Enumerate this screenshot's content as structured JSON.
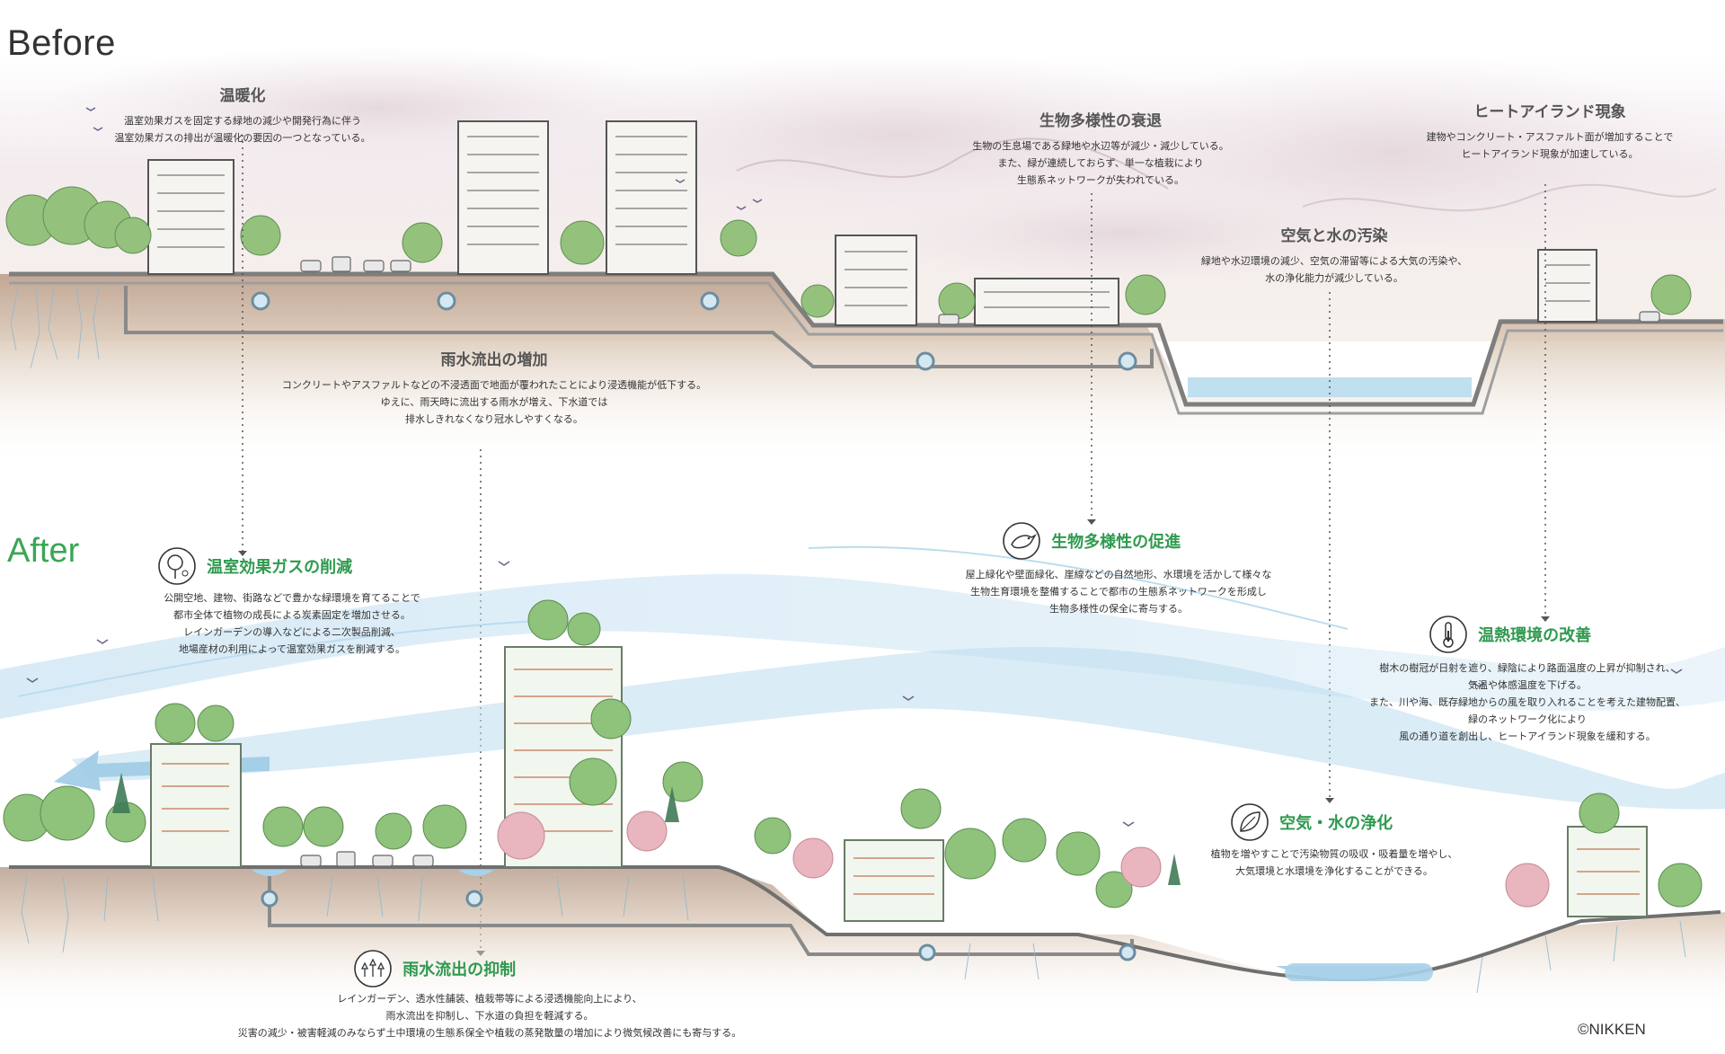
{
  "before_label": "Before",
  "after_label": "After",
  "copyright": "©NIKKEN",
  "colors": {
    "accent_green": "#2f9a4f",
    "water_blue": "#a9d2ea",
    "soil": "#b99a80",
    "tree_green": "#8fc27a",
    "sakura_pink": "#e9b5bf"
  },
  "before": {
    "warming": {
      "title": "温暖化",
      "lines": [
        "温室効果ガスを固定する緑地の減少や開発行為に伴う",
        "温室効果ガスの排出が温暖化の要因の一つとなっている。"
      ]
    },
    "biodiversity": {
      "title": "生物多様性の衰退",
      "lines": [
        "生物の生息場である緑地や水辺等が減少・減少している。",
        "また、緑が連続しておらず、単一な植栽により",
        "生態系ネットワークが失われている。"
      ]
    },
    "heat_island": {
      "title": "ヒートアイランド現象",
      "lines": [
        "建物やコンクリート・アスファルト面が増加することで",
        "ヒートアイランド現象が加速している。"
      ]
    },
    "pollution": {
      "title": "空気と水の汚染",
      "lines": [
        "緑地や水辺環境の減少、空気の滞留等による大気の汚染や、",
        "水の浄化能力が減少している。"
      ]
    },
    "runoff": {
      "title": "雨水流出の増加",
      "lines": [
        "コンクリートやアスファルトなどの不浸透面で地面が覆われたことにより浸透機能が低下する。",
        "ゆえに、雨天時に流出する雨水が増え、下水道では",
        "排水しきれなくなり冠水しやすくなる。"
      ]
    }
  },
  "after": {
    "ghg": {
      "icon": "co2-tree-icon",
      "title": "温室効果ガスの削減",
      "lines": [
        "公開空地、建物、街路などで豊かな緑環境を育てることで",
        "都市全体で植物の成長による炭素固定を増加させる。",
        "レインガーデンの導入などによる二次製品削減、",
        "地場産材の利用によって温室効果ガスを削減する。"
      ]
    },
    "biodiversity": {
      "icon": "bird-icon",
      "title": "生物多様性の促進",
      "lines": [
        "屋上緑化や壁面緑化、崖線などの自然地形、水環境を活かして様々な",
        "生物生育環境を整備することで都市の生態系ネットワークを形成し",
        "生物多様性の保全に寄与する。"
      ]
    },
    "thermal": {
      "icon": "thermometer-icon",
      "title": "温熱環境の改善",
      "lines": [
        "樹木の樹冠が日射を遮り、緑陰により路面温度の上昇が抑制され、",
        "気温や体感温度を下げる。",
        "また、川や海、既存緑地からの風を取り入れることを考えた建物配置、",
        "緑のネットワーク化により",
        "風の通り道を創出し、ヒートアイランド現象を緩和する。"
      ]
    },
    "purification": {
      "icon": "leaf-icon",
      "title": "空気・水の浄化",
      "lines": [
        "植物を増やすことで汚染物質の吸収・吸着量を増やし、",
        "大気環境と水環境を浄化することができる。"
      ]
    },
    "runoff": {
      "icon": "rain-trees-icon",
      "title": "雨水流出の抑制",
      "lines": [
        "レインガーデン、透水性舗装、植栽帯等による浸透機能向上により、",
        "雨水流出を抑制し、下水道の負担を軽減する。",
        "災害の減少・被害軽減のみならず土中環境の生態系保全や植栽の蒸発散量の増加により微気候改善にも寄与する。"
      ]
    }
  }
}
